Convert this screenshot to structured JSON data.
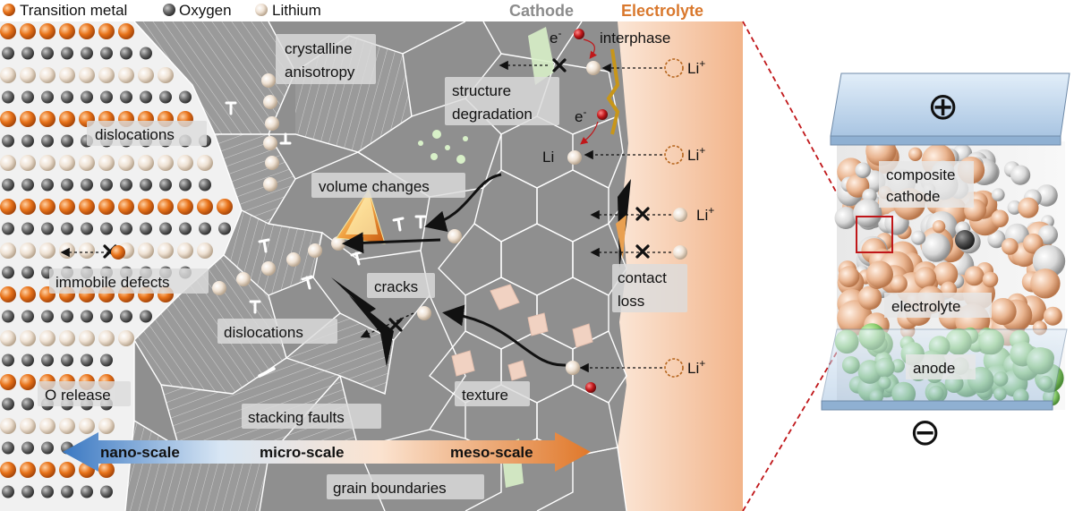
{
  "legend": {
    "transition_metal": "Transition metal",
    "oxygen": "Oxygen",
    "lithium": "Lithium"
  },
  "headers": {
    "cathode": "Cathode",
    "electrolyte": "Electrolyte"
  },
  "labels": {
    "crystalline_line1": "crystalline",
    "crystalline_line2": "anisotropy",
    "interphase": "interphase",
    "structure_line1": "structure",
    "structure_line2": "degradation",
    "dislocations_top": "dislocations",
    "volume_changes": "volume changes",
    "immobile_defects": "immobile defects",
    "cracks": "cracks",
    "contact_line1": "contact",
    "contact_line2": "loss",
    "dislocations_bottom": "dislocations",
    "o_release": "O release",
    "texture": "texture",
    "stacking_faults": "stacking faults",
    "grain_boundaries": "grain boundaries",
    "electron": "e",
    "electron_sup": "-",
    "li_atom": "Li",
    "li_ion": "Li",
    "li_ion_sup": "+"
  },
  "scale_arrow": {
    "nano": "nano-scale",
    "micro": "micro-scale",
    "meso": "meso-scale"
  },
  "cell": {
    "plus_symbol": "⊕",
    "minus_symbol": "⊖",
    "composite_line1": "composite",
    "composite_line2": "cathode",
    "electrolyte": "electrolyte",
    "anode": "anode"
  },
  "colors": {
    "transition_metal": "#e8731a",
    "oxygen": "#6b6b6b",
    "lithium": "#efe2d4",
    "cathode_header": "#8c8c8c",
    "electrolyte_header": "#d9782d",
    "electrolyte_region": "#f4c7a8",
    "grain_background": "#8f8f8f",
    "scale_left": "#3a78c2",
    "scale_right": "#e0782a",
    "interphase_line": "#c8961a",
    "electron": "#c0171a",
    "anode_particle": "#8ccf6f",
    "cathode_particle": "#e9b48f",
    "plate": "#c9dcef",
    "zoom_box": "#c0171a"
  }
}
